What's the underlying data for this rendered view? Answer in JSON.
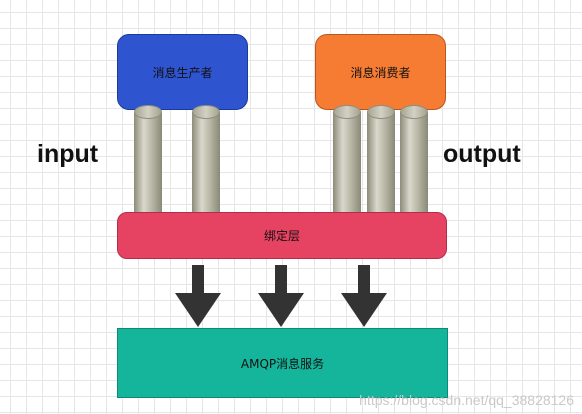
{
  "diagram": {
    "producer_label": "消息生产者",
    "consumer_label": "消息消费者",
    "binding_label": "绑定层",
    "amqp_label": "AMQP消息服务",
    "input_label": "input",
    "output_label": "output"
  },
  "watermark": "https://blog.csdn.net/qq_38828126",
  "colors": {
    "producer": "#2f54d0",
    "consumer": "#f57c32",
    "binding": "#e64363",
    "amqp": "#15b59c",
    "arrow": "#333333",
    "cylinder": "#bdbcab"
  }
}
